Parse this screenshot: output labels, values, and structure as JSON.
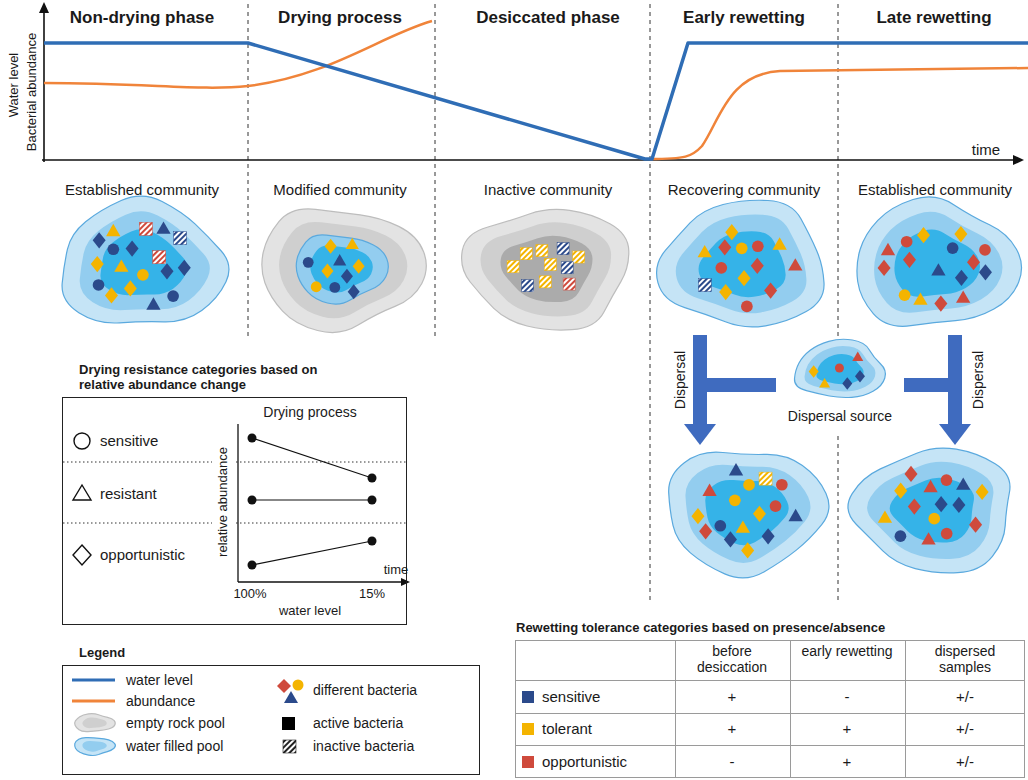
{
  "diagram": {
    "nodes": [
      {
        "text": [
          "Drying resistance categories based on relative abundance change"
        ]
      },
      {
        "text": [
          "Legend"
        ]
      },
      {
        "text": [
          "Dispersal source"
        ]
      }
    ],
    "labels": [
      "Non-drying phase",
      "Drying process",
      "Desiccated phase",
      "Early rewetting",
      "Late rewetting",
      "Water level",
      "Bacterial abundance",
      "time",
      "Established community",
      "Modified community",
      "Inactive community",
      "Recovering community",
      "Established community",
      "Dispersal",
      "Dispersal",
      "sensitive",
      "resistant",
      "opportunistic",
      "Drying process",
      "relative abundance",
      "time",
      "100%",
      "15%",
      "water level",
      "Rewetting tolerance categories based on presence/absence",
      "before desiccation",
      "early rewetting",
      "dispersed samples",
      "sensitive",
      "+",
      "-",
      "+/-",
      "tolerant",
      "+",
      "+",
      "+/-",
      "opportunistic",
      "-",
      "+",
      "+/-"
    ],
    "legend": [
      {
        "text": "water level"
      },
      {
        "text": "abundance"
      },
      {
        "text": "empty rock pool"
      },
      {
        "text": "water filled pool"
      },
      {
        "text": "different bacteria"
      },
      {
        "text": "active bacteria",
        "color": "#000000"
      },
      {
        "text": "inactive bacteria"
      }
    ]
  }
}
